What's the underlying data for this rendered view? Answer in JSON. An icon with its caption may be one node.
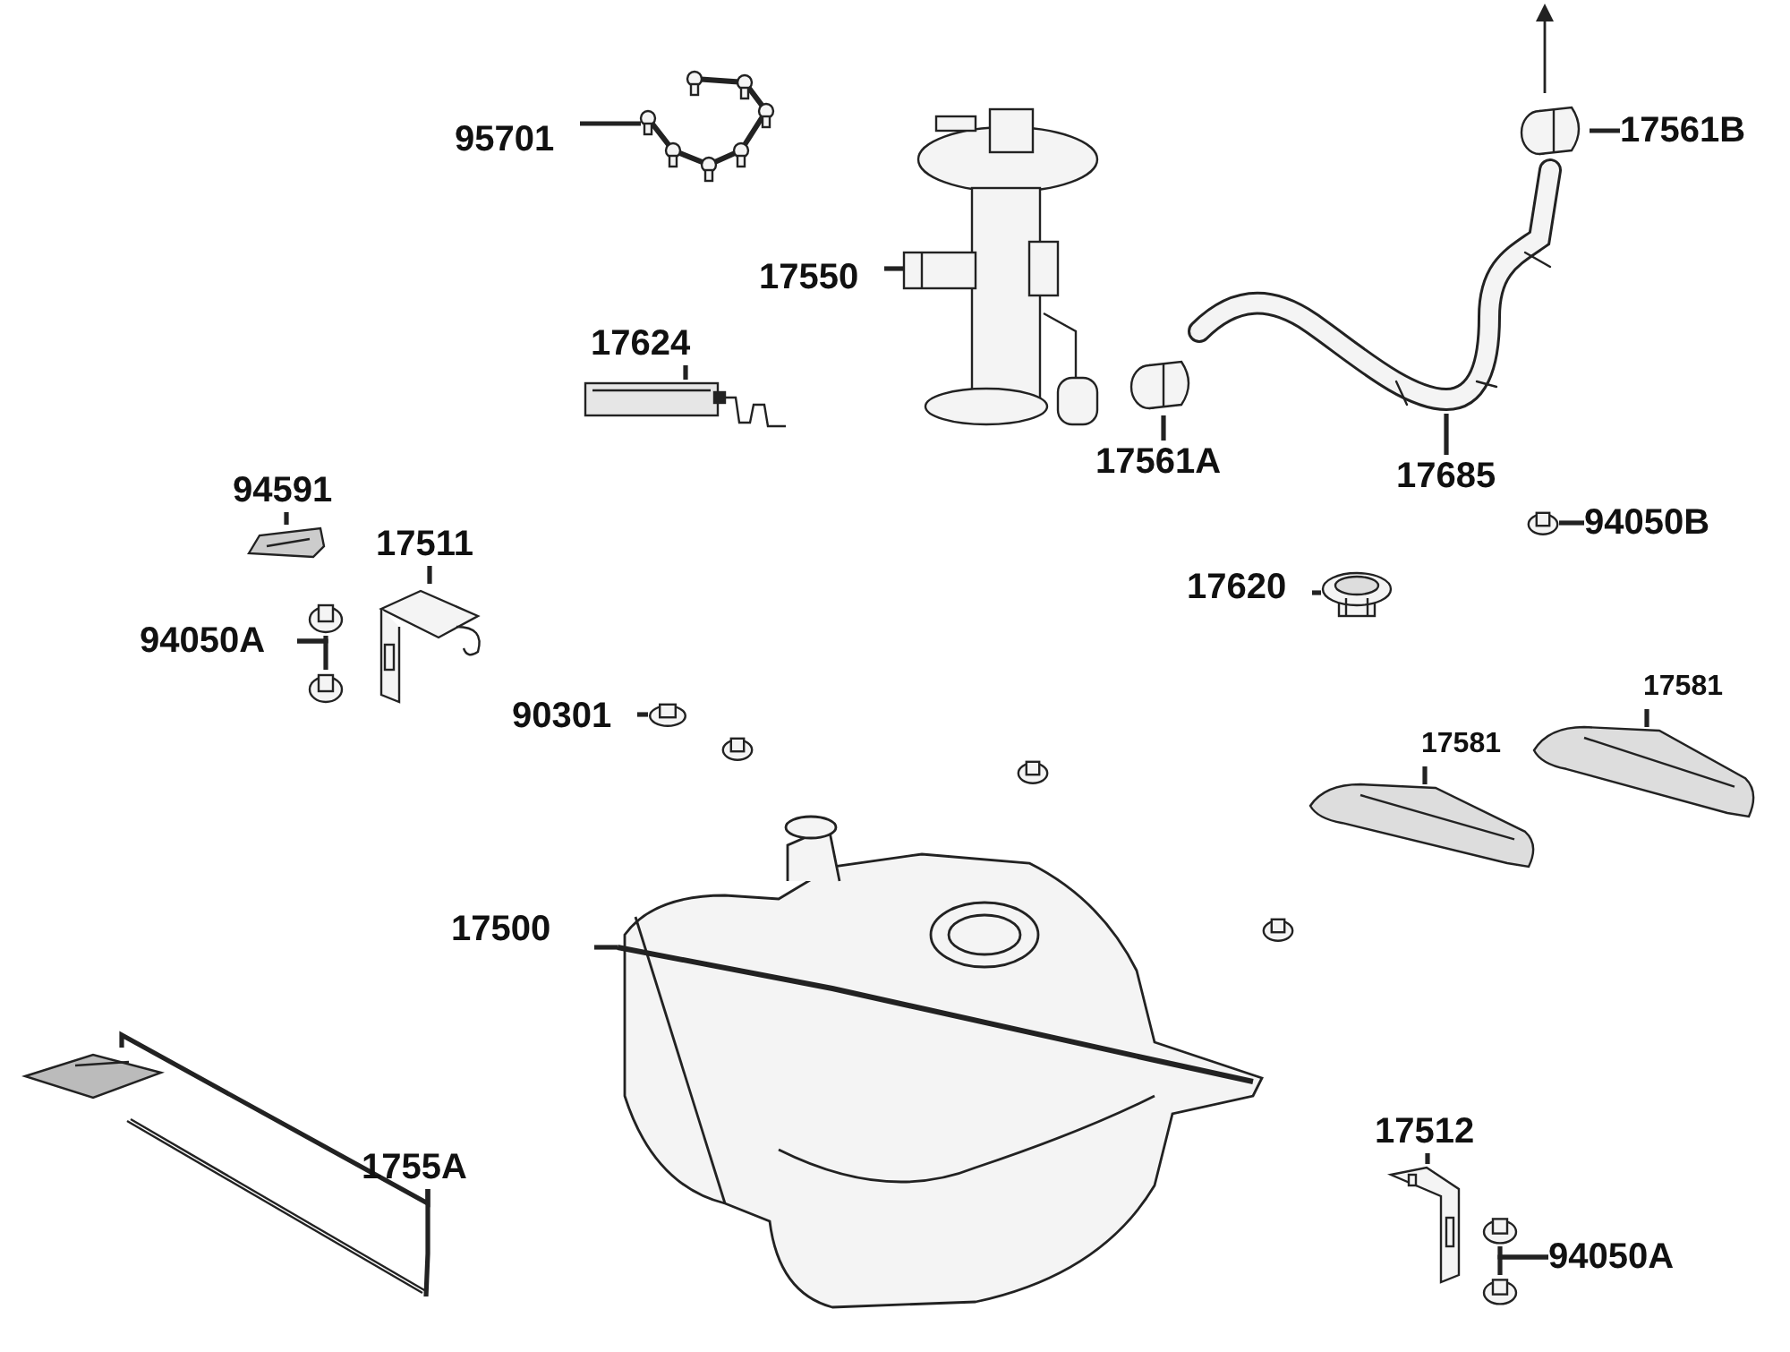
{
  "diagram": {
    "nodes": [
      {
        "text": [
          "95701"
        ]
      },
      {
        "text": [],
        "shape": "picture"
      },
      {
        "text": [
          "17550"
        ]
      },
      {
        "text": [],
        "shape": "picture"
      },
      {
        "text": [
          "17561B"
        ]
      },
      {
        "text": [],
        "shape": "picture"
      },
      {
        "text": [
          "17624"
        ]
      },
      {
        "text": [],
        "shape": "picture"
      },
      {
        "text": [
          "17561A"
        ]
      },
      {
        "text": [],
        "shape": "picture"
      },
      {
        "text": [
          "17685"
        ]
      },
      {
        "text": [],
        "shape": "picture"
      },
      {
        "text": [
          "94591"
        ]
      },
      {
        "text": [],
        "shape": "picture"
      },
      {
        "text": [
          "17511"
        ]
      },
      {
        "text": [],
        "shape": "picture"
      },
      {
        "text": [
          "94050B"
        ]
      },
      {
        "text": [],
        "shape": "picture"
      },
      {
        "text": [
          "17620"
        ]
      },
      {
        "text": [],
        "shape": "picture"
      },
      {
        "text": [
          "94050A"
        ]
      },
      {
        "text": [],
        "shape": "picture"
      },
      {
        "text": [],
        "shape": "picture"
      },
      {
        "text": [
          "90301"
        ]
      },
      {
        "text": [],
        "shape": "picture"
      },
      {
        "text": [
          "17581"
        ]
      },
      {
        "text": [],
        "shape": "picture"
      },
      {
        "text": [
          "17581"
        ]
      },
      {
        "text": [],
        "shape": "picture"
      },
      {
        "text": [
          "17500"
        ]
      },
      {
        "text": [],
        "shape": "picture"
      },
      {
        "text": [
          "1755A"
        ]
      },
      {
        "text": [],
        "shape": "picture"
      },
      {
        "text": [],
        "shape": "picture"
      },
      {
        "text": [
          "17512"
        ]
      },
      {
        "text": [],
        "shape": "picture"
      },
      {
        "text": [
          "94050A"
        ]
      },
      {
        "text": [],
        "shape": "picture"
      },
      {
        "text": [],
        "shape": "picture"
      }
    ],
    "edges": [
      {
        "from": 0,
        "to": 1,
        "arrow": "none"
      },
      {
        "from": 2,
        "to": 3,
        "arrow": "none"
      },
      {
        "from": 4,
        "to": 5,
        "arrow": "none"
      },
      {
        "from": 6,
        "to": 7,
        "arrow": "none"
      },
      {
        "from": 8,
        "to": 9,
        "arrow": "none"
      },
      {
        "from": 10,
        "to": 11,
        "arrow": "none"
      },
      {
        "from": 12,
        "to": 13,
        "arrow": "none"
      },
      {
        "from": 14,
        "to": 15,
        "arrow": "none"
      },
      {
        "from": 16,
        "to": 17,
        "arrow": "none"
      },
      {
        "from": 18,
        "to": 19,
        "arrow": "none"
      },
      {
        "from": 20,
        "to": 21,
        "arrow": "none"
      },
      {
        "from": 20,
        "to": 22,
        "arrow": "none"
      },
      {
        "from": 23,
        "to": 24,
        "arrow": "none"
      },
      {
        "from": 25,
        "to": 26,
        "arrow": "none"
      },
      {
        "from": 27,
        "to": 28,
        "arrow": "none"
      },
      {
        "from": 29,
        "to": 30,
        "arrow": "none"
      },
      {
        "from": 31,
        "to": 32,
        "arrow": "none"
      },
      {
        "from": 31,
        "to": 33,
        "arrow": "none"
      },
      {
        "from": 34,
        "to": 35,
        "arrow": "none"
      },
      {
        "from": 36,
        "to": 37,
        "arrow": "none"
      },
      {
        "from": 36,
        "to": 38,
        "arrow": "none"
      }
    ]
  }
}
